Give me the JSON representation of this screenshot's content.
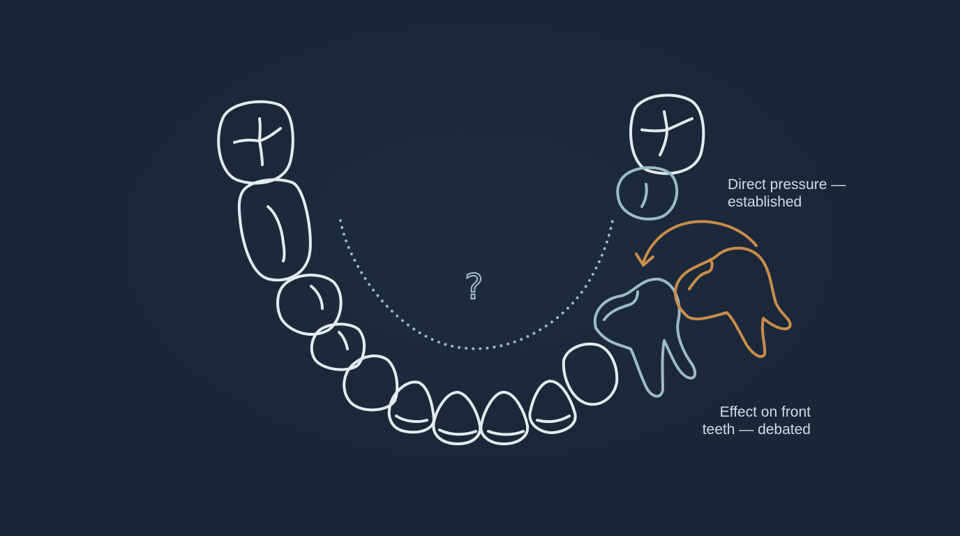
{
  "labels": {
    "pressure": {
      "line1": "Direct pressure —",
      "line2": "established"
    },
    "effect": {
      "line1": "Effect on front",
      "line2": "teeth — debated"
    },
    "question_mark": "?"
  },
  "colors": {
    "background": "#1b2739",
    "tooth_outline": "#e3ebef",
    "adjacent_molar": "#9cbcc3",
    "impacted_molar": "#c98d4a",
    "dotted_arc": "#9fb8c2",
    "text": "#d4dbe3"
  }
}
